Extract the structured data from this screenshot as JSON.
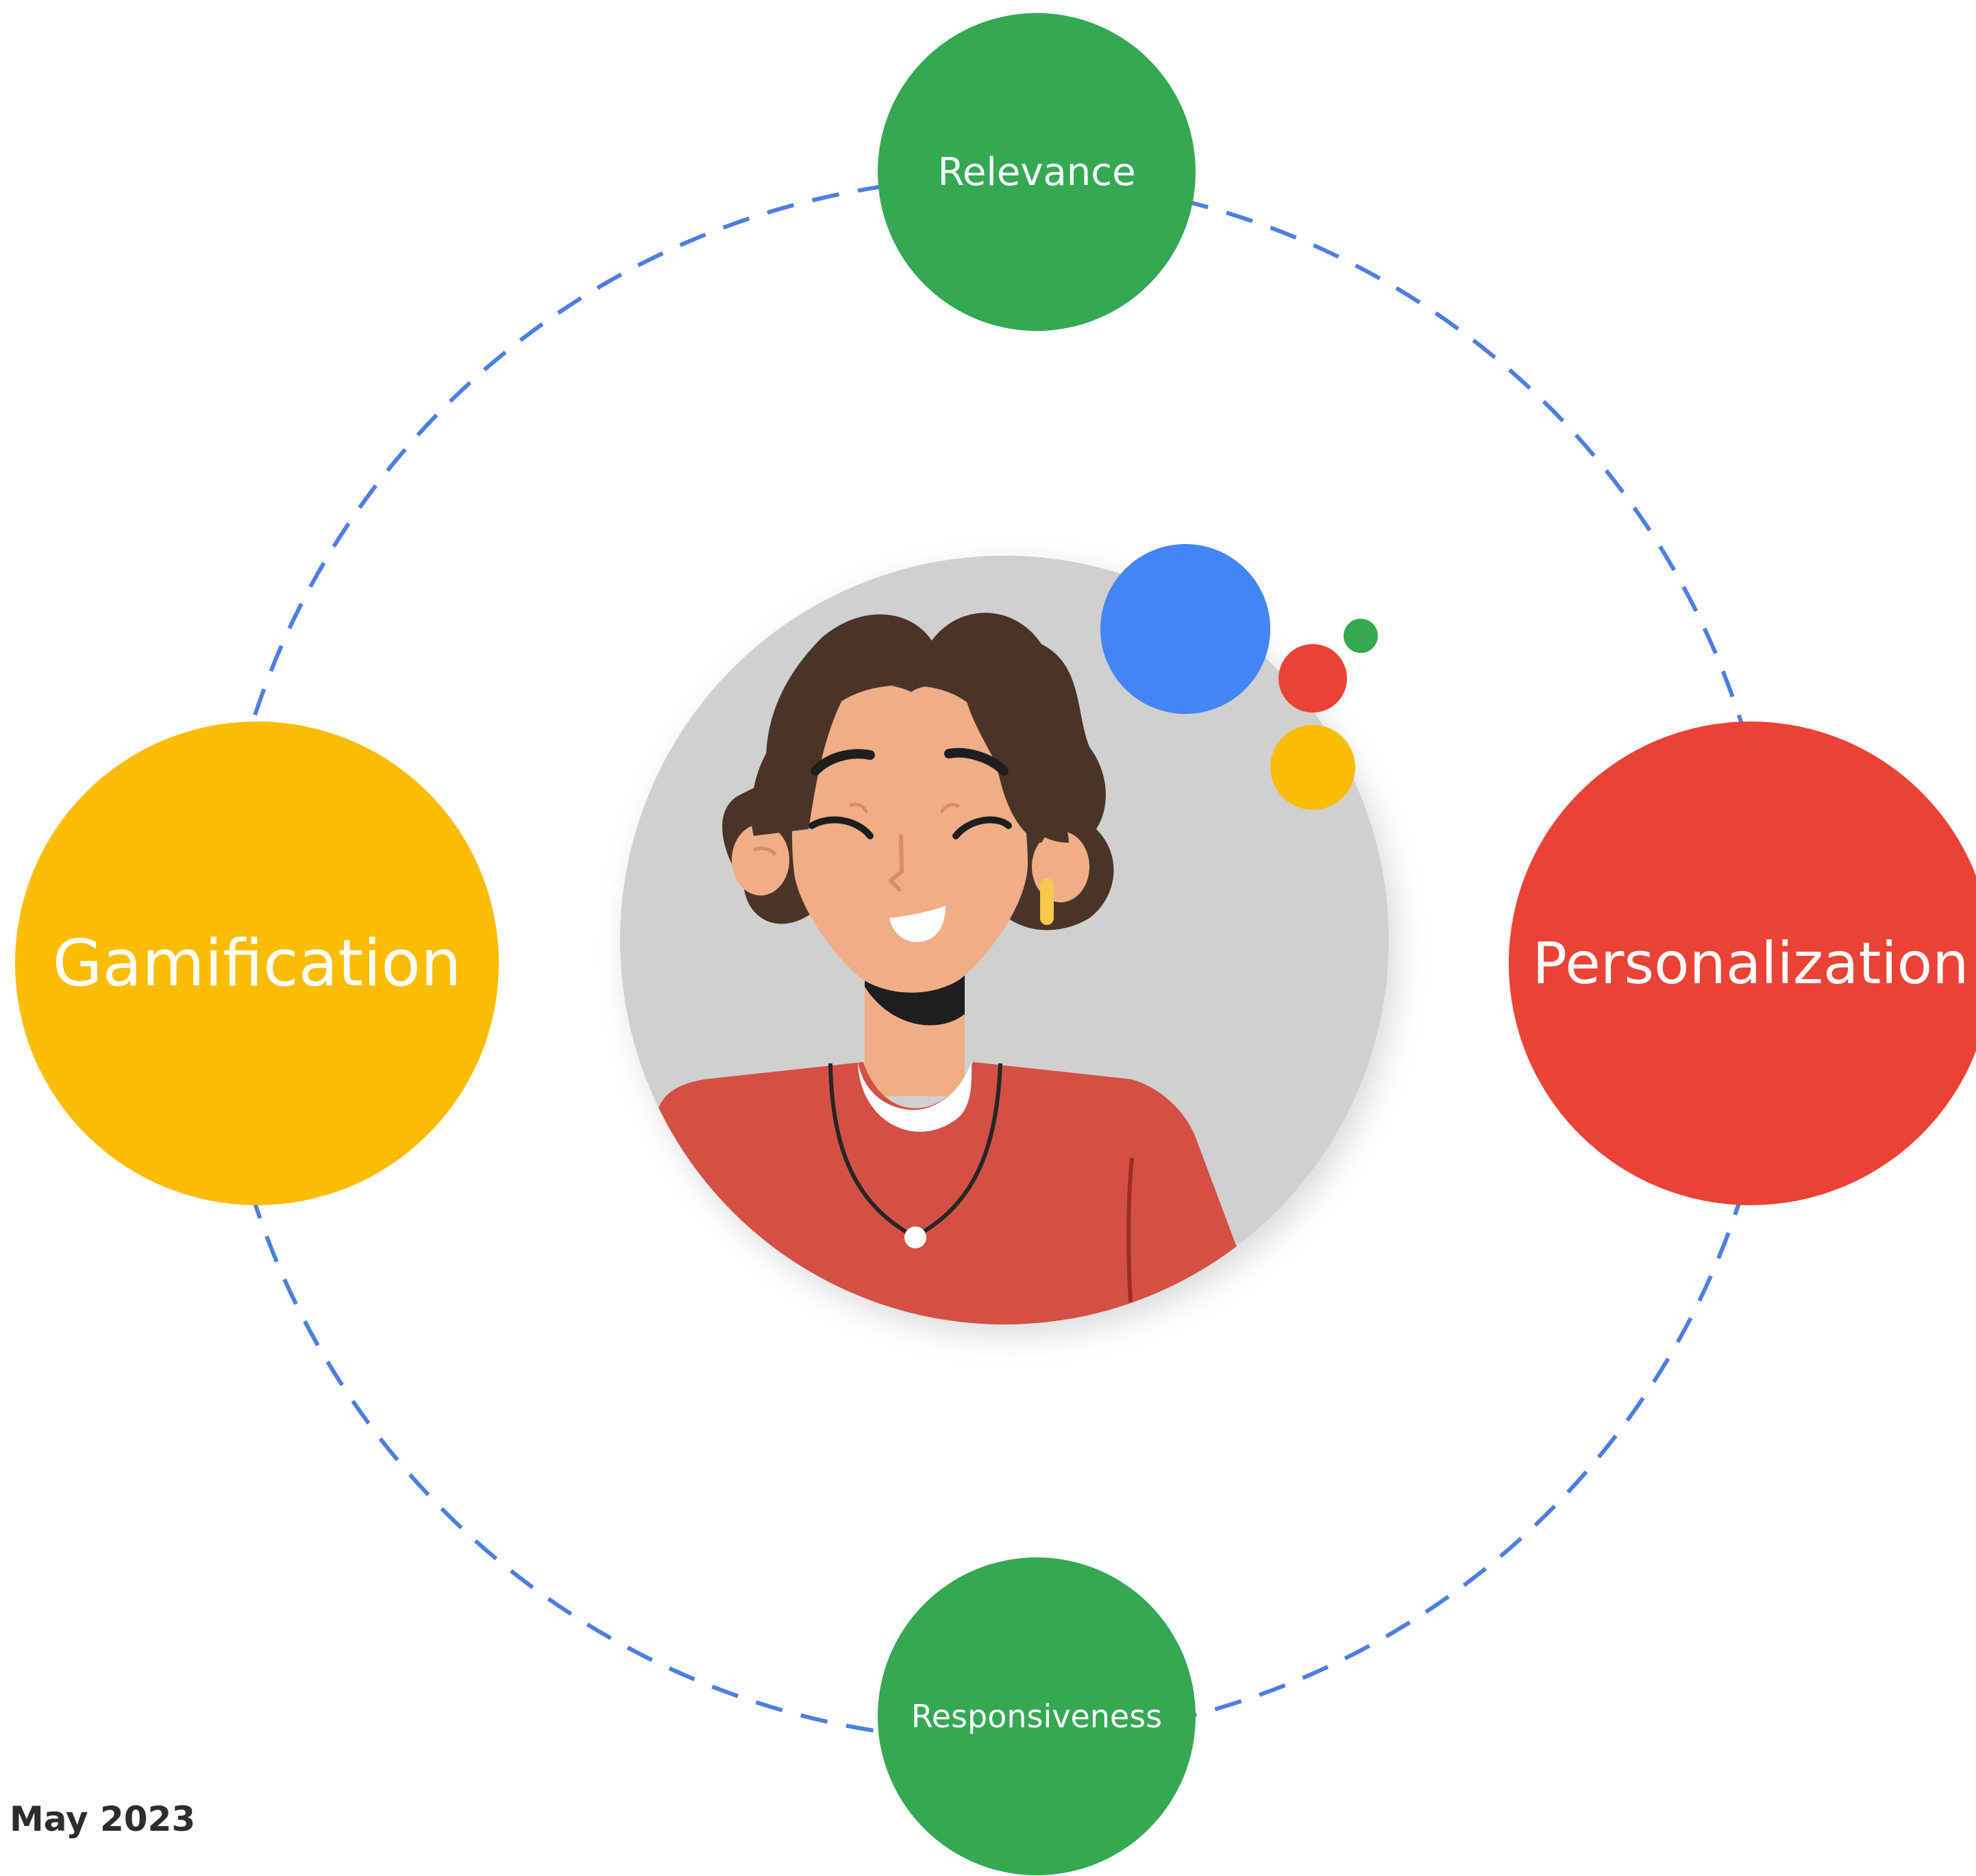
{
  "diagram": {
    "nodes": {
      "top": {
        "label": "Relevance",
        "color": "#34A853"
      },
      "bottom": {
        "label": "Responsiveness",
        "color": "#34A853"
      },
      "left": {
        "label": "Gamification",
        "color": "#FBBC04"
      },
      "right": {
        "label": "Personalization",
        "color": "#EA4335"
      }
    },
    "ring": {
      "style": "dashed",
      "color": "#4C7FE0"
    },
    "center": {
      "illustration": "smiling-woman-avatar",
      "background_color": "#D0D0D0",
      "assistant_dots": {
        "colors": [
          "#4285F4",
          "#EA4335",
          "#FBBC04",
          "#34A853"
        ]
      }
    }
  },
  "footer": {
    "date": "May 2023"
  }
}
